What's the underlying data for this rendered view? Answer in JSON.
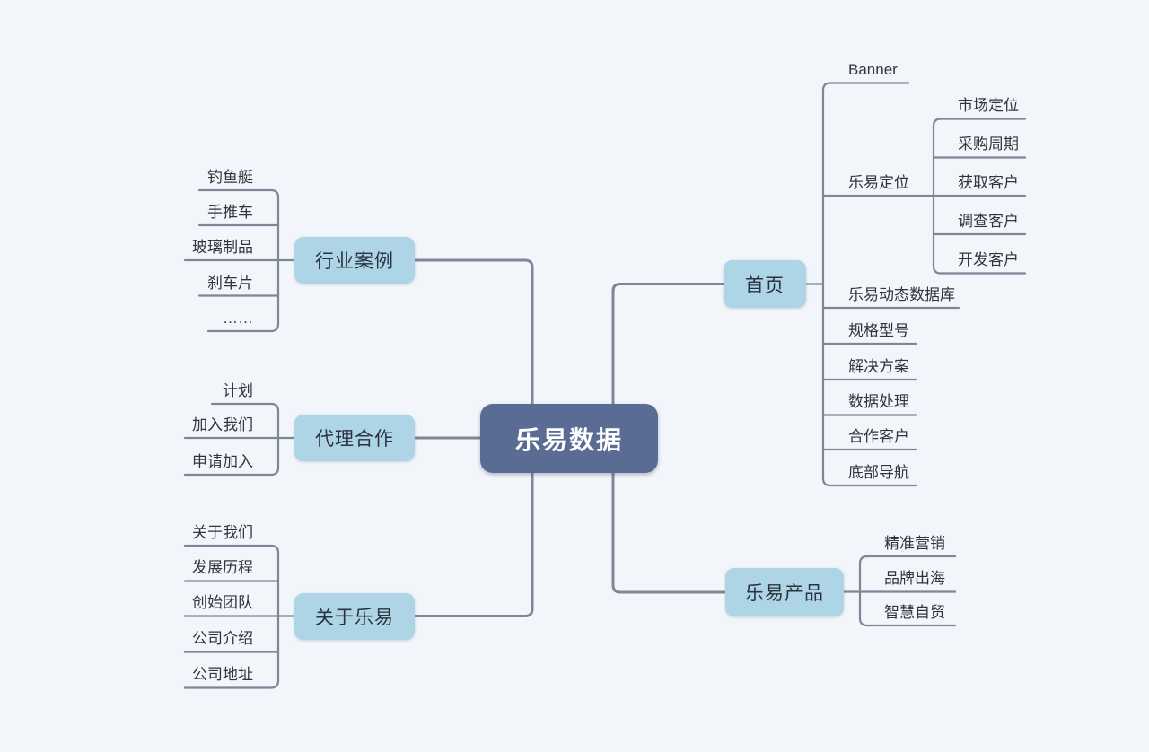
{
  "root": {
    "label": "乐易数据"
  },
  "branches": {
    "industry": {
      "label": "行业案例",
      "children": [
        "钓鱼艇",
        "手推车",
        "玻璃制品",
        "刹车片",
        "……"
      ]
    },
    "agency": {
      "label": "代理合作",
      "children": [
        "计划",
        "加入我们",
        "申请加入"
      ]
    },
    "about": {
      "label": "关于乐易",
      "children": [
        "关于我们",
        "发展历程",
        "创始团队",
        "公司介绍",
        "公司地址"
      ]
    },
    "home": {
      "label": "首页",
      "children": [
        "Banner",
        "乐易定位",
        "乐易动态数据库",
        "规格型号",
        "解决方案",
        "数据处理",
        "合作客户",
        "底部导航"
      ],
      "positioning": {
        "children": [
          "市场定位",
          "采购周期",
          "获取客户",
          "调查客户",
          "开发客户"
        ]
      }
    },
    "products": {
      "label": "乐易产品",
      "children": [
        "精准营销",
        "品牌出海",
        "智慧自贸"
      ]
    }
  },
  "colors": {
    "background": "#f2f6fb",
    "root_fill": "#5a6c94",
    "root_text": "#ffffff",
    "branch_fill": "#aed5e6",
    "branch_text": "#2a3240",
    "connector": "#7d8799",
    "leaf_text": "#30353d"
  }
}
